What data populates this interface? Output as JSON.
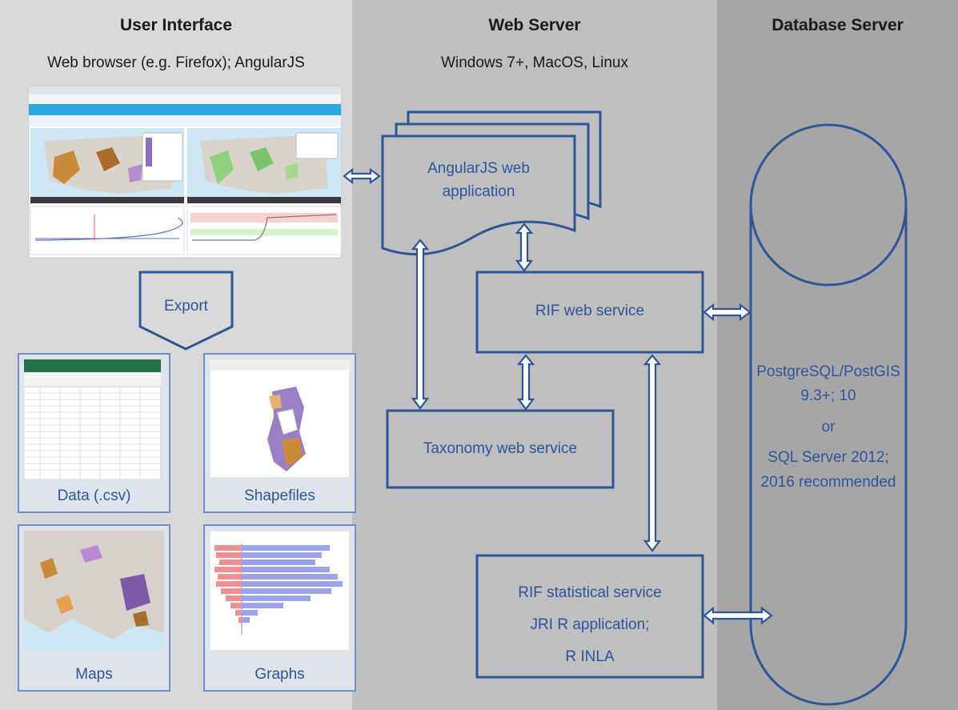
{
  "columns": {
    "ui": {
      "title": "User Interface",
      "subtitle": "Web browser (e.g. Firefox); AngularJS"
    },
    "web": {
      "title": "Web Server",
      "subtitle": "Windows 7+, MacOS, Linux"
    },
    "db": {
      "title": "Database Server"
    }
  },
  "nodes": {
    "angular_app": {
      "line1": "AngularJS web",
      "line2": "application"
    },
    "rif_web_service": "RIF web service",
    "taxonomy_service": "Taxonomy web service",
    "stat_service": {
      "line1": "RIF statistical service",
      "line2": "JRI R application;",
      "line3": "R INLA"
    },
    "database": {
      "line1": "PostgreSQL/PostGIS",
      "line2": "9.3+; 10",
      "line3": "or",
      "line4": "SQL Server 2012;",
      "line5": "2016 recommended"
    }
  },
  "export": {
    "label": "Export"
  },
  "outputs": {
    "data": "Data (.csv)",
    "shapefiles": "Shapefiles",
    "maps": "Maps",
    "graphs": "Graphs"
  },
  "colors": {
    "ui_bg": "#d9d9d9",
    "web_bg": "#bfbfbf",
    "db_bg": "#a6a6a6",
    "stroke": "#2f5597",
    "text_blue": "#2f5597"
  }
}
